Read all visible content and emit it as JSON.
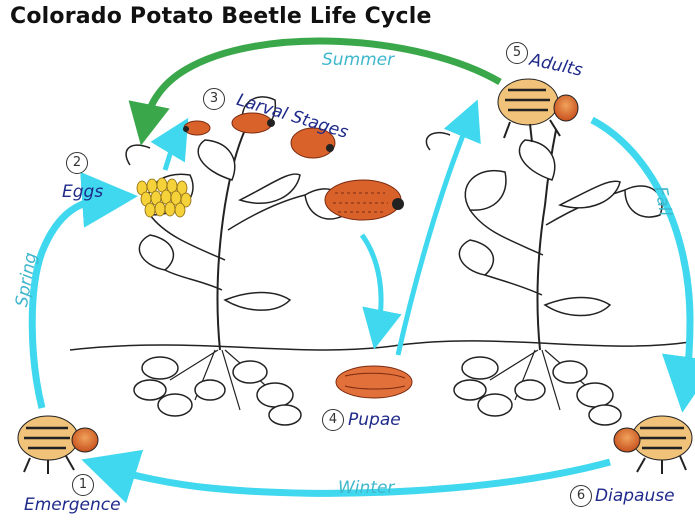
{
  "title": "Colorado Potato Beetle Life Cycle",
  "colors": {
    "cyan_arrow": "#3fd8ee",
    "green_arrow": "#3aa84a",
    "label_blue": "#1f2a8a",
    "beetle_orange": "#d9622b"
  },
  "stages": [
    {
      "number": "1",
      "label": "Emergence"
    },
    {
      "number": "2",
      "label": "Eggs"
    },
    {
      "number": "3",
      "label": "Larval Stages"
    },
    {
      "number": "4",
      "label": "Pupae"
    },
    {
      "number": "5",
      "label": "Adults"
    },
    {
      "number": "6",
      "label": "Diapause"
    }
  ],
  "seasons": {
    "spring": "Spring",
    "summer": "Summer",
    "fall": "Fall",
    "winter": "Winter"
  }
}
